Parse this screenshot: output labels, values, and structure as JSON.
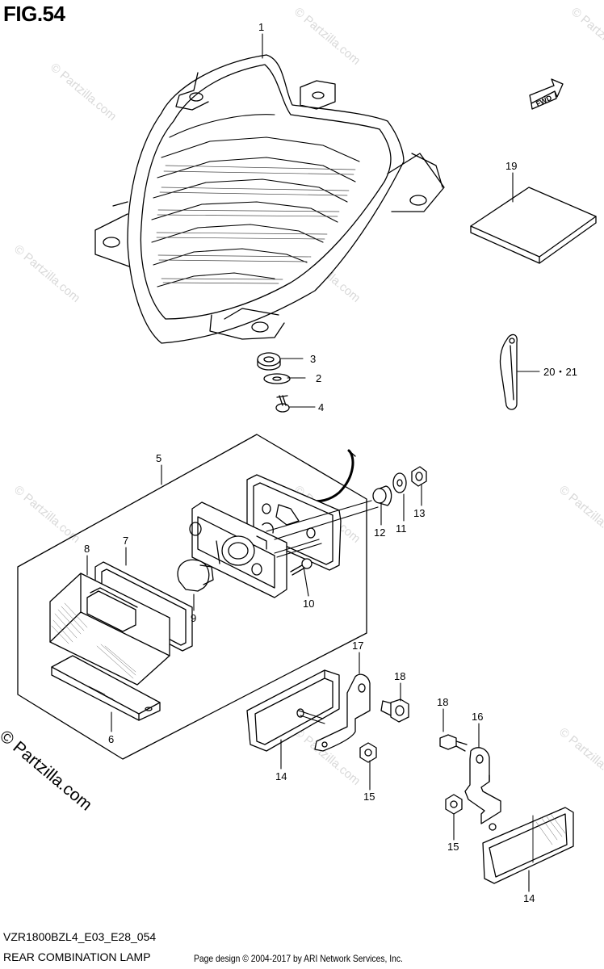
{
  "figure": {
    "title": "FIG.54",
    "code": "VZR1800BZL4_E03_E28_054",
    "subtitle": "REAR COMBINATION LAMP",
    "copyright": "Page design © 2004-2017 by ARI Network Services, Inc."
  },
  "watermark": {
    "brand": "© Partzilla.com",
    "faint": "© Partzilla.com"
  },
  "fwd_label": "FWD",
  "callouts": [
    "1",
    "19",
    "3",
    "2",
    "4",
    "20・21",
    "5",
    "8",
    "7",
    "13",
    "11",
    "12",
    "10",
    "9",
    "6",
    "17",
    "18",
    "18",
    "16",
    "14",
    "15",
    "15",
    "14"
  ]
}
